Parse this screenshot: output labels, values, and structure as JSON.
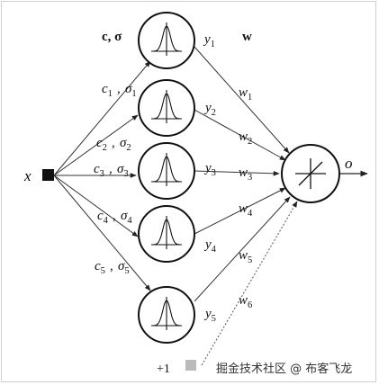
{
  "header": {
    "center_sigma": "c, σ",
    "weights": "w"
  },
  "input": {
    "label": "x"
  },
  "centers": [
    {
      "c": "c",
      "c_sub": "1",
      "s": "σ",
      "s_sub": "1"
    },
    {
      "c": "c",
      "c_sub": "2",
      "s": "σ",
      "s_sub": "2"
    },
    {
      "c": "c",
      "c_sub": "3",
      "s": "σ",
      "s_sub": "3"
    },
    {
      "c": "c",
      "c_sub": "4",
      "s": "σ",
      "s_sub": "4"
    },
    {
      "c": "c",
      "c_sub": "5",
      "s": "σ",
      "s_sub": "5"
    }
  ],
  "hidden": [
    {
      "y": "y",
      "sub": "1"
    },
    {
      "y": "y",
      "sub": "2"
    },
    {
      "y": "y",
      "sub": "3"
    },
    {
      "y": "y",
      "sub": "4"
    },
    {
      "y": "y",
      "sub": "5"
    }
  ],
  "weights": [
    {
      "w": "w",
      "sub": "1"
    },
    {
      "w": "w",
      "sub": "2"
    },
    {
      "w": "w",
      "sub": "3"
    },
    {
      "w": "w",
      "sub": "4"
    },
    {
      "w": "w",
      "sub": "5"
    },
    {
      "w": "w",
      "sub": "6"
    }
  ],
  "output": {
    "label": "o"
  },
  "bias": {
    "label": "+1"
  },
  "watermark": {
    "text": "掘金技术社区 @ 布客飞龙"
  }
}
